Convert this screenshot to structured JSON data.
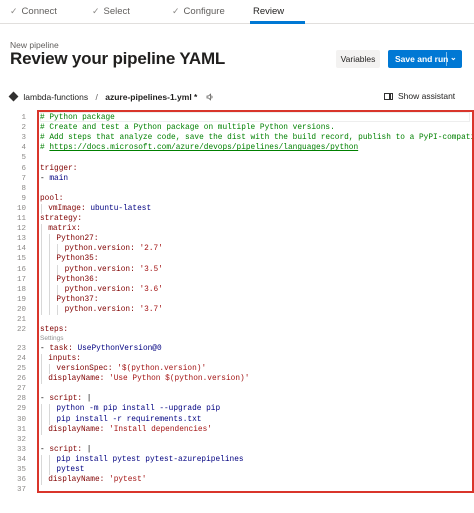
{
  "wizard": {
    "steps": [
      {
        "label": "Connect",
        "done": true
      },
      {
        "label": "Select",
        "done": true
      },
      {
        "label": "Configure",
        "done": true
      },
      {
        "label": "Review",
        "done": false,
        "active": true
      }
    ],
    "check_glyph": "✓"
  },
  "header": {
    "subtitle": "New pipeline",
    "title": "Review your pipeline YAML",
    "variables_label": "Variables",
    "save_run_label": "Save and run",
    "chevron": "⌄"
  },
  "breadcrumb": {
    "repo": "lambda-functions",
    "separator": "/",
    "file": "azure-pipelines-1.yml *"
  },
  "assistant": {
    "label": "Show assistant"
  },
  "editor": {
    "codelens": "Settings",
    "lines": [
      {
        "n": "1",
        "indent": 0,
        "parts": [
          {
            "t": "# Python package",
            "c": "comment"
          }
        ]
      },
      {
        "n": "2",
        "indent": 0,
        "parts": [
          {
            "t": "# Create and test a Python package on multiple Python versions.",
            "c": "comment"
          }
        ]
      },
      {
        "n": "3",
        "indent": 0,
        "parts": [
          {
            "t": "# Add steps that analyze code, save the dist with the build record, publish to a PyPI-compatible index, a",
            "c": "comment"
          }
        ]
      },
      {
        "n": "4",
        "indent": 0,
        "parts": [
          {
            "t": "# ",
            "c": "comment"
          },
          {
            "t": "https://docs.microsoft.com/azure/devops/pipelines/languages/python",
            "c": "link"
          }
        ]
      },
      {
        "n": "5",
        "indent": 0,
        "parts": []
      },
      {
        "n": "6",
        "indent": 0,
        "parts": [
          {
            "t": "trigger:",
            "c": "key"
          }
        ]
      },
      {
        "n": "7",
        "indent": 0,
        "parts": [
          {
            "t": "- ",
            "c": "dash"
          },
          {
            "t": "main",
            "c": "plain"
          }
        ]
      },
      {
        "n": "8",
        "indent": 0,
        "parts": []
      },
      {
        "n": "9",
        "indent": 0,
        "parts": [
          {
            "t": "pool:",
            "c": "key"
          }
        ]
      },
      {
        "n": "10",
        "indent": 1,
        "parts": [
          {
            "t": "vmImage: ",
            "c": "key"
          },
          {
            "t": "ubuntu-latest",
            "c": "plain"
          }
        ]
      },
      {
        "n": "11",
        "indent": 0,
        "parts": [
          {
            "t": "strategy:",
            "c": "key"
          }
        ]
      },
      {
        "n": "12",
        "indent": 1,
        "parts": [
          {
            "t": "matrix:",
            "c": "key"
          }
        ]
      },
      {
        "n": "13",
        "indent": 2,
        "parts": [
          {
            "t": "Python27:",
            "c": "key"
          }
        ]
      },
      {
        "n": "14",
        "indent": 3,
        "parts": [
          {
            "t": "python.version: ",
            "c": "key"
          },
          {
            "t": "'2.7'",
            "c": "str"
          }
        ]
      },
      {
        "n": "15",
        "indent": 2,
        "parts": [
          {
            "t": "Python35:",
            "c": "key"
          }
        ]
      },
      {
        "n": "16",
        "indent": 3,
        "parts": [
          {
            "t": "python.version: ",
            "c": "key"
          },
          {
            "t": "'3.5'",
            "c": "str"
          }
        ]
      },
      {
        "n": "17",
        "indent": 2,
        "parts": [
          {
            "t": "Python36:",
            "c": "key"
          }
        ]
      },
      {
        "n": "18",
        "indent": 3,
        "parts": [
          {
            "t": "python.version: ",
            "c": "key"
          },
          {
            "t": "'3.6'",
            "c": "str"
          }
        ]
      },
      {
        "n": "19",
        "indent": 2,
        "parts": [
          {
            "t": "Python37:",
            "c": "key"
          }
        ]
      },
      {
        "n": "20",
        "indent": 3,
        "parts": [
          {
            "t": "python.version: ",
            "c": "key"
          },
          {
            "t": "'3.7'",
            "c": "str"
          }
        ]
      },
      {
        "n": "21",
        "indent": 0,
        "parts": []
      },
      {
        "n": "22",
        "indent": 0,
        "parts": [
          {
            "t": "steps:",
            "c": "key"
          }
        ],
        "codelens_after": true
      },
      {
        "n": "23",
        "indent": 0,
        "parts": [
          {
            "t": "- ",
            "c": "dash"
          },
          {
            "t": "task: ",
            "c": "key"
          },
          {
            "t": "UsePythonVersion@0",
            "c": "plain"
          }
        ]
      },
      {
        "n": "24",
        "indent": 1,
        "parts": [
          {
            "t": "inputs:",
            "c": "key"
          }
        ]
      },
      {
        "n": "25",
        "indent": 2,
        "parts": [
          {
            "t": "versionSpec: ",
            "c": "key"
          },
          {
            "t": "'$(python.version)'",
            "c": "str"
          }
        ]
      },
      {
        "n": "26",
        "indent": 1,
        "parts": [
          {
            "t": "displayName: ",
            "c": "key"
          },
          {
            "t": "'Use Python $(python.version)'",
            "c": "str"
          }
        ]
      },
      {
        "n": "27",
        "indent": 0,
        "parts": []
      },
      {
        "n": "28",
        "indent": 0,
        "parts": [
          {
            "t": "- ",
            "c": "dash"
          },
          {
            "t": "script: ",
            "c": "key"
          },
          {
            "t": "|",
            "c": "dash"
          }
        ]
      },
      {
        "n": "29",
        "indent": 2,
        "parts": [
          {
            "t": "python -m pip install --upgrade pip",
            "c": "plain"
          }
        ]
      },
      {
        "n": "30",
        "indent": 2,
        "parts": [
          {
            "t": "pip install -r requirements.txt",
            "c": "plain"
          }
        ]
      },
      {
        "n": "31",
        "indent": 1,
        "parts": [
          {
            "t": "displayName: ",
            "c": "key"
          },
          {
            "t": "'Install dependencies'",
            "c": "str"
          }
        ]
      },
      {
        "n": "32",
        "indent": 0,
        "parts": []
      },
      {
        "n": "33",
        "indent": 0,
        "parts": [
          {
            "t": "- ",
            "c": "dash"
          },
          {
            "t": "script: ",
            "c": "key"
          },
          {
            "t": "|",
            "c": "dash"
          }
        ]
      },
      {
        "n": "34",
        "indent": 2,
        "parts": [
          {
            "t": "pip install pytest pytest-azurepipelines",
            "c": "plain"
          }
        ]
      },
      {
        "n": "35",
        "indent": 2,
        "parts": [
          {
            "t": "pytest",
            "c": "plain"
          }
        ]
      },
      {
        "n": "36",
        "indent": 1,
        "parts": [
          {
            "t": "displayName: ",
            "c": "key"
          },
          {
            "t": "'pytest'",
            "c": "str"
          }
        ]
      },
      {
        "n": "37",
        "indent": 0,
        "parts": []
      }
    ]
  },
  "colors": {
    "accent": "#0078d4",
    "highlight_frame": "#d9352b"
  }
}
